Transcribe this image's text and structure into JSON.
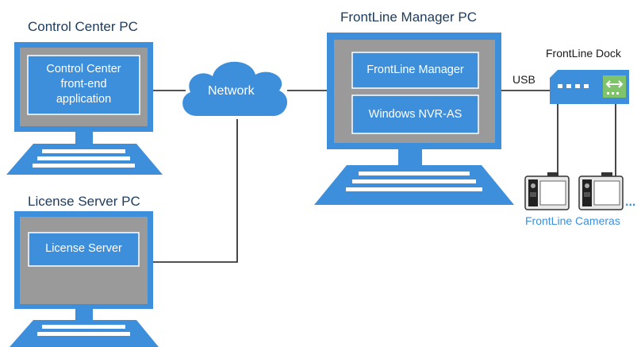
{
  "colors": {
    "monitor_blue": "#3d8fdb",
    "screen_gray": "#9a9a9a",
    "line": "#1a1a1a",
    "title_text": "#1d3b5c",
    "label_blue": "#3d8fdb"
  },
  "nodes": {
    "control_center_pc": {
      "title": "Control Center PC",
      "app_line1": "Control Center",
      "app_line2": "front-end",
      "app_line3": "application"
    },
    "license_server_pc": {
      "title": "License Server PC",
      "app": "License Server"
    },
    "network": {
      "label": "Network",
      "icon": "cloud-icon"
    },
    "frontline_manager_pc": {
      "title": "FrontLine Manager PC",
      "app1": "FrontLine Manager",
      "app2": "Windows NVR-AS"
    },
    "frontline_dock": {
      "title": "FrontLine Dock",
      "icon": "dock-icon"
    },
    "usb": {
      "label": "USB"
    },
    "frontline_cameras": {
      "label": "FrontLine Cameras",
      "more": "...",
      "icon": "camera-icon"
    }
  }
}
